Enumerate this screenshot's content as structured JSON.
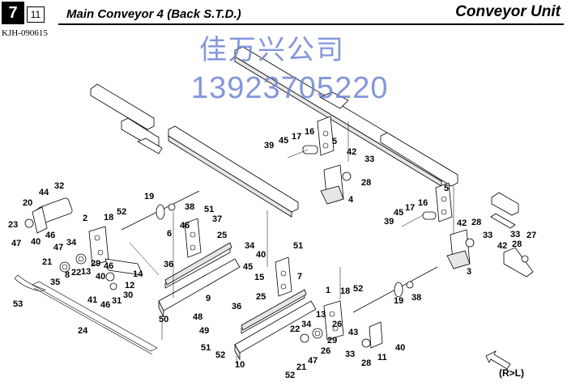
{
  "header": {
    "page_number": "7",
    "sub_number": "11",
    "title": "Main Conveyor 4 (Back S.T.D.)",
    "unit": "Conveyor Unit",
    "doc_code": "KJH-090615"
  },
  "watermark": {
    "name": "佳万兴公司",
    "phone": "13923705220"
  },
  "direction_label": "(R>L)",
  "part_labels": {
    "p1": "1",
    "p2": "2",
    "p3": "3",
    "p4": "4",
    "p5a": "5",
    "p5b": "5",
    "p6": "6",
    "p7": "7",
    "p8": "8",
    "p9": "9",
    "p10": "10",
    "p11": "11",
    "p12": "12",
    "p13a": "13",
    "p13b": "13",
    "p14": "14",
    "p15": "15",
    "p16a": "16",
    "p16b": "16",
    "p17a": "17",
    "p17b": "17",
    "p18a": "18",
    "p18b": "18",
    "p19a": "19",
    "p19b": "19",
    "p20": "20",
    "p21a": "21",
    "p21b": "21",
    "p22a": "22",
    "p22b": "22",
    "p23": "23",
    "p24": "24",
    "p25a": "25",
    "p25b": "25",
    "p26a": "26",
    "p26b": "26",
    "p27": "27",
    "p28a": "28",
    "p28b": "28",
    "p28c": "28",
    "p28d": "28",
    "p29a": "29",
    "p29b": "29",
    "p30": "30",
    "p31": "31",
    "p32": "32",
    "p33a": "33",
    "p33b": "33",
    "p33c": "33",
    "p33d": "33",
    "p34a": "34",
    "p34b": "34",
    "p34c": "34",
    "p35": "35",
    "p36a": "36",
    "p36b": "36",
    "p37": "37",
    "p38a": "38",
    "p38b": "38",
    "p39a": "39",
    "p39b": "39",
    "p40a": "40",
    "p40b": "40",
    "p40c": "40",
    "p41": "41",
    "p42a": "42",
    "p42b": "42",
    "p42c": "42",
    "p43": "43",
    "p44": "44",
    "p45a": "45",
    "p45b": "45",
    "p45c": "45",
    "p46a": "46",
    "p46b": "46",
    "p46c": "46",
    "p47a": "47",
    "p47b": "47",
    "p47c": "47",
    "p48": "48",
    "p49": "49",
    "p50": "50",
    "p51a": "51",
    "p51b": "51",
    "p51c": "51",
    "p52a": "52",
    "p52b": "52",
    "p52c": "52",
    "p52d": "52",
    "p53": "53"
  }
}
